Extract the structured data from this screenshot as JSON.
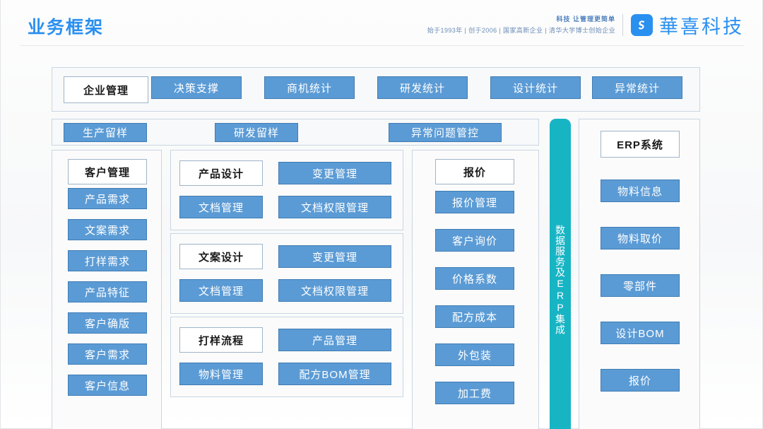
{
  "header": {
    "title": "业务框架",
    "tagline_top": "科技 让管理更简单",
    "tagline_bottom": "始于1993年 | 创于2006 | 国家高新企业 | 清华大学博士创始企业",
    "brand_name": "華喜科技",
    "logo_icon": "hx-swirl-logo-icon",
    "title_color": "#2a90f0",
    "brand_color": "#2a90f0"
  },
  "colors": {
    "chip_blue": "#5b9bd5",
    "chip_blue_border": "#3f7cb4",
    "teal": "#17b4c4",
    "panel_border": "#c9d6e3",
    "head_text": "#1a1a1a"
  },
  "top_row": {
    "items": [
      {
        "label": "企业管理",
        "style": "head"
      },
      {
        "label": "决策支撑",
        "style": "blue"
      },
      {
        "label": "商机统计",
        "style": "blue"
      },
      {
        "label": "研发统计",
        "style": "blue"
      },
      {
        "label": "设计统计",
        "style": "blue"
      },
      {
        "label": "异常统计",
        "style": "blue"
      }
    ]
  },
  "second_row": {
    "items": [
      {
        "label": "生产留样",
        "style": "blue"
      },
      {
        "label": "研发留样",
        "style": "blue"
      },
      {
        "label": "异常问题管控",
        "style": "blue"
      }
    ]
  },
  "customer_column": {
    "header": "客户管理",
    "items": [
      "产品需求",
      "文案需求",
      "打样需求",
      "产品特征",
      "客户确版",
      "客户需求",
      "客户信息"
    ]
  },
  "design_groups": [
    {
      "header": "产品设计",
      "top_right": "变更管理",
      "bottom_left": "文档管理",
      "bottom_right": "文档权限管理"
    },
    {
      "header": "文案设计",
      "top_right": "变更管理",
      "bottom_left": "文档管理",
      "bottom_right": "文档权限管理"
    },
    {
      "header": "打样流程",
      "top_right": "产品管理",
      "bottom_left": "物料管理",
      "bottom_right": "配方BOM管理"
    }
  ],
  "quote_column": {
    "header": "报价",
    "items": [
      "报价管理",
      "客户询价",
      "价格系数",
      "配方成本",
      "外包装",
      "加工费"
    ]
  },
  "teal_band": {
    "label": "数据服务及ERP集成"
  },
  "erp_column": {
    "header": "ERP系统",
    "items": [
      "物料信息",
      "物料取价",
      "零部件",
      "设计BOM",
      "报价"
    ]
  }
}
